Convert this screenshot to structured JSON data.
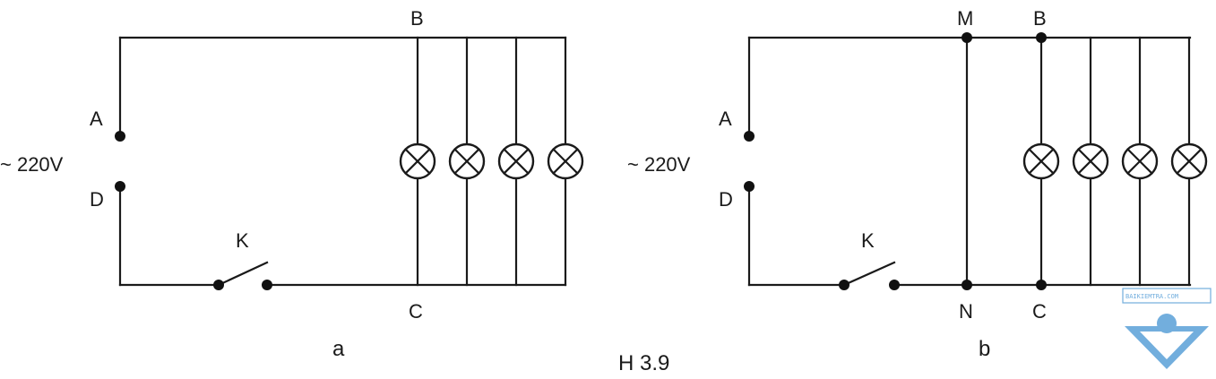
{
  "figure_caption": "H 3.9",
  "circuits": [
    {
      "id": "a",
      "sub_caption": "a",
      "source_label": "~ 220V",
      "nodes": {
        "A": "A",
        "D": "D",
        "B": "B",
        "C": "C"
      },
      "switch_label": "K",
      "lamp_count": 4
    },
    {
      "id": "b",
      "sub_caption": "b",
      "source_label": "~ 220V",
      "nodes": {
        "A": "A",
        "D": "D",
        "B": "B",
        "C": "C",
        "M": "M",
        "N": "N"
      },
      "switch_label": "K",
      "lamp_count": 4
    }
  ],
  "watermark": {
    "text": "BAIKIEMTRA.COM",
    "color": "#5aa0d8"
  }
}
